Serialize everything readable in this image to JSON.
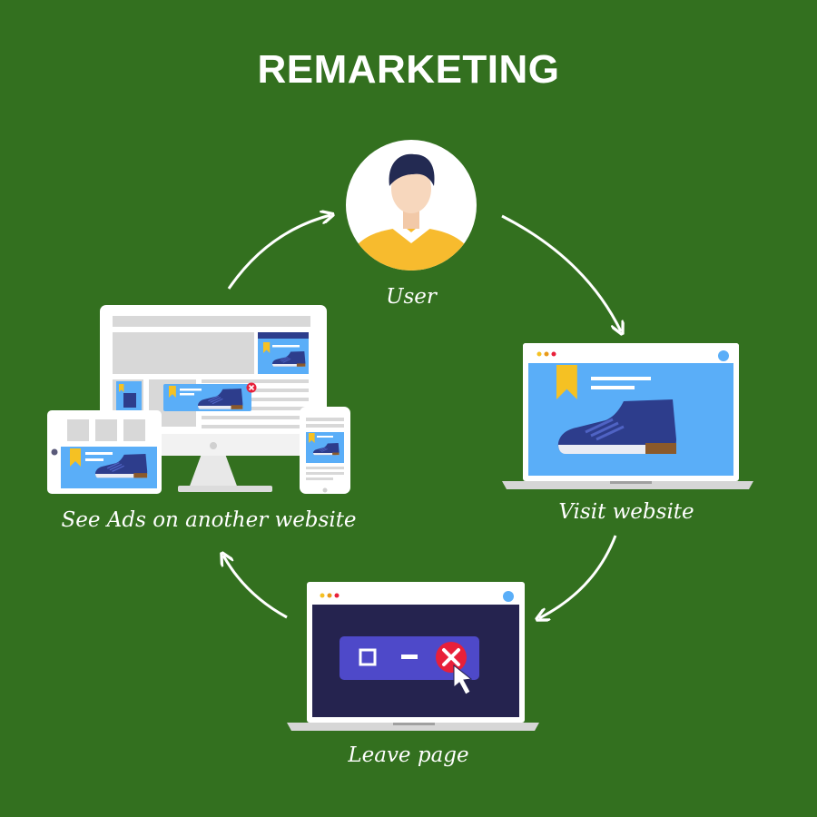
{
  "title": "REMARKETING",
  "steps": [
    {
      "label": "User"
    },
    {
      "label": "Visit website"
    },
    {
      "label": "Leave page"
    },
    {
      "label": "See Ads on another website"
    }
  ],
  "colors": {
    "background": "#33701f",
    "screen_blue": "#5aaef8",
    "dark_screen": "#25234f",
    "dialog_purple": "#4e49c9",
    "close_red": "#e8203a",
    "shoe_blue": "#2d3d8c",
    "bookmark_yellow": "#f5c123",
    "shirt_yellow": "#f7bb2e"
  },
  "icons": [
    "user-avatar-icon",
    "bookmark-icon",
    "sneaker-icon",
    "close-icon",
    "cursor-icon",
    "minimize-icon",
    "maximize-icon"
  ]
}
